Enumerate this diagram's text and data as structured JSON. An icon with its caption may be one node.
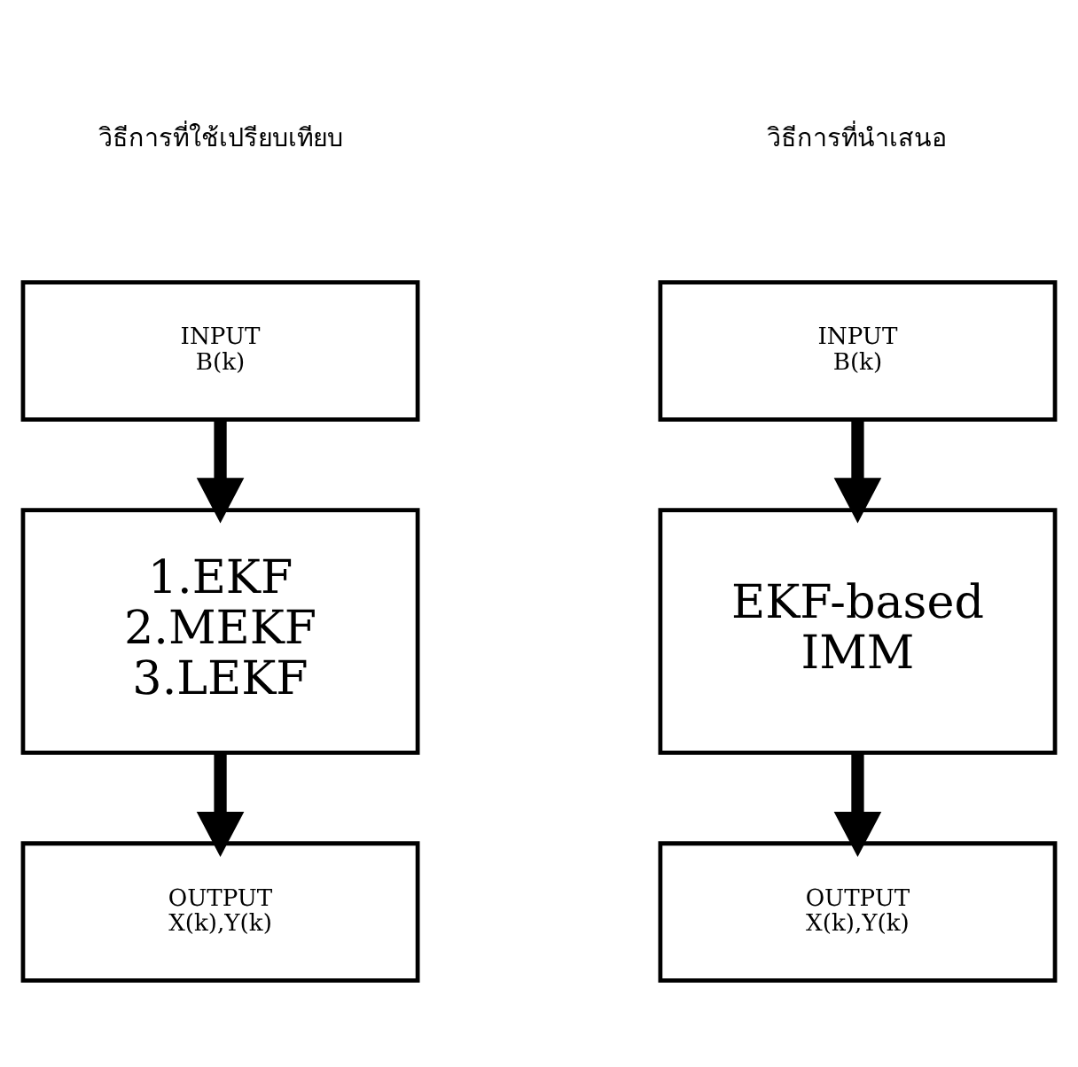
{
  "diagram": {
    "nodes": [
      {
        "text": [
          "INPUT",
          "B(k)"
        ]
      },
      {
        "text": [
          "1.EKF",
          "2.MEKF",
          "3.LEKF"
        ]
      },
      {
        "text": [
          "OUTPUT",
          "X(k),Y(k)"
        ]
      },
      {
        "text": [
          "INPUT",
          "B(k)"
        ]
      },
      {
        "text": [
          "EKF-based",
          "IMM"
        ]
      },
      {
        "text": [
          "OUTPUT",
          "X(k),Y(k)"
        ]
      }
    ],
    "edges": [
      {
        "from": 0,
        "to": 1,
        "arrow": "to"
      },
      {
        "from": 1,
        "to": 2,
        "arrow": "to"
      },
      {
        "from": 3,
        "to": 4,
        "arrow": "to"
      },
      {
        "from": 4,
        "to": 5,
        "arrow": "to"
      }
    ],
    "labels": [
      "วิธีการที่ใช้เปรียบเทียบ",
      "วิธีการที่นำเสนอ"
    ]
  }
}
